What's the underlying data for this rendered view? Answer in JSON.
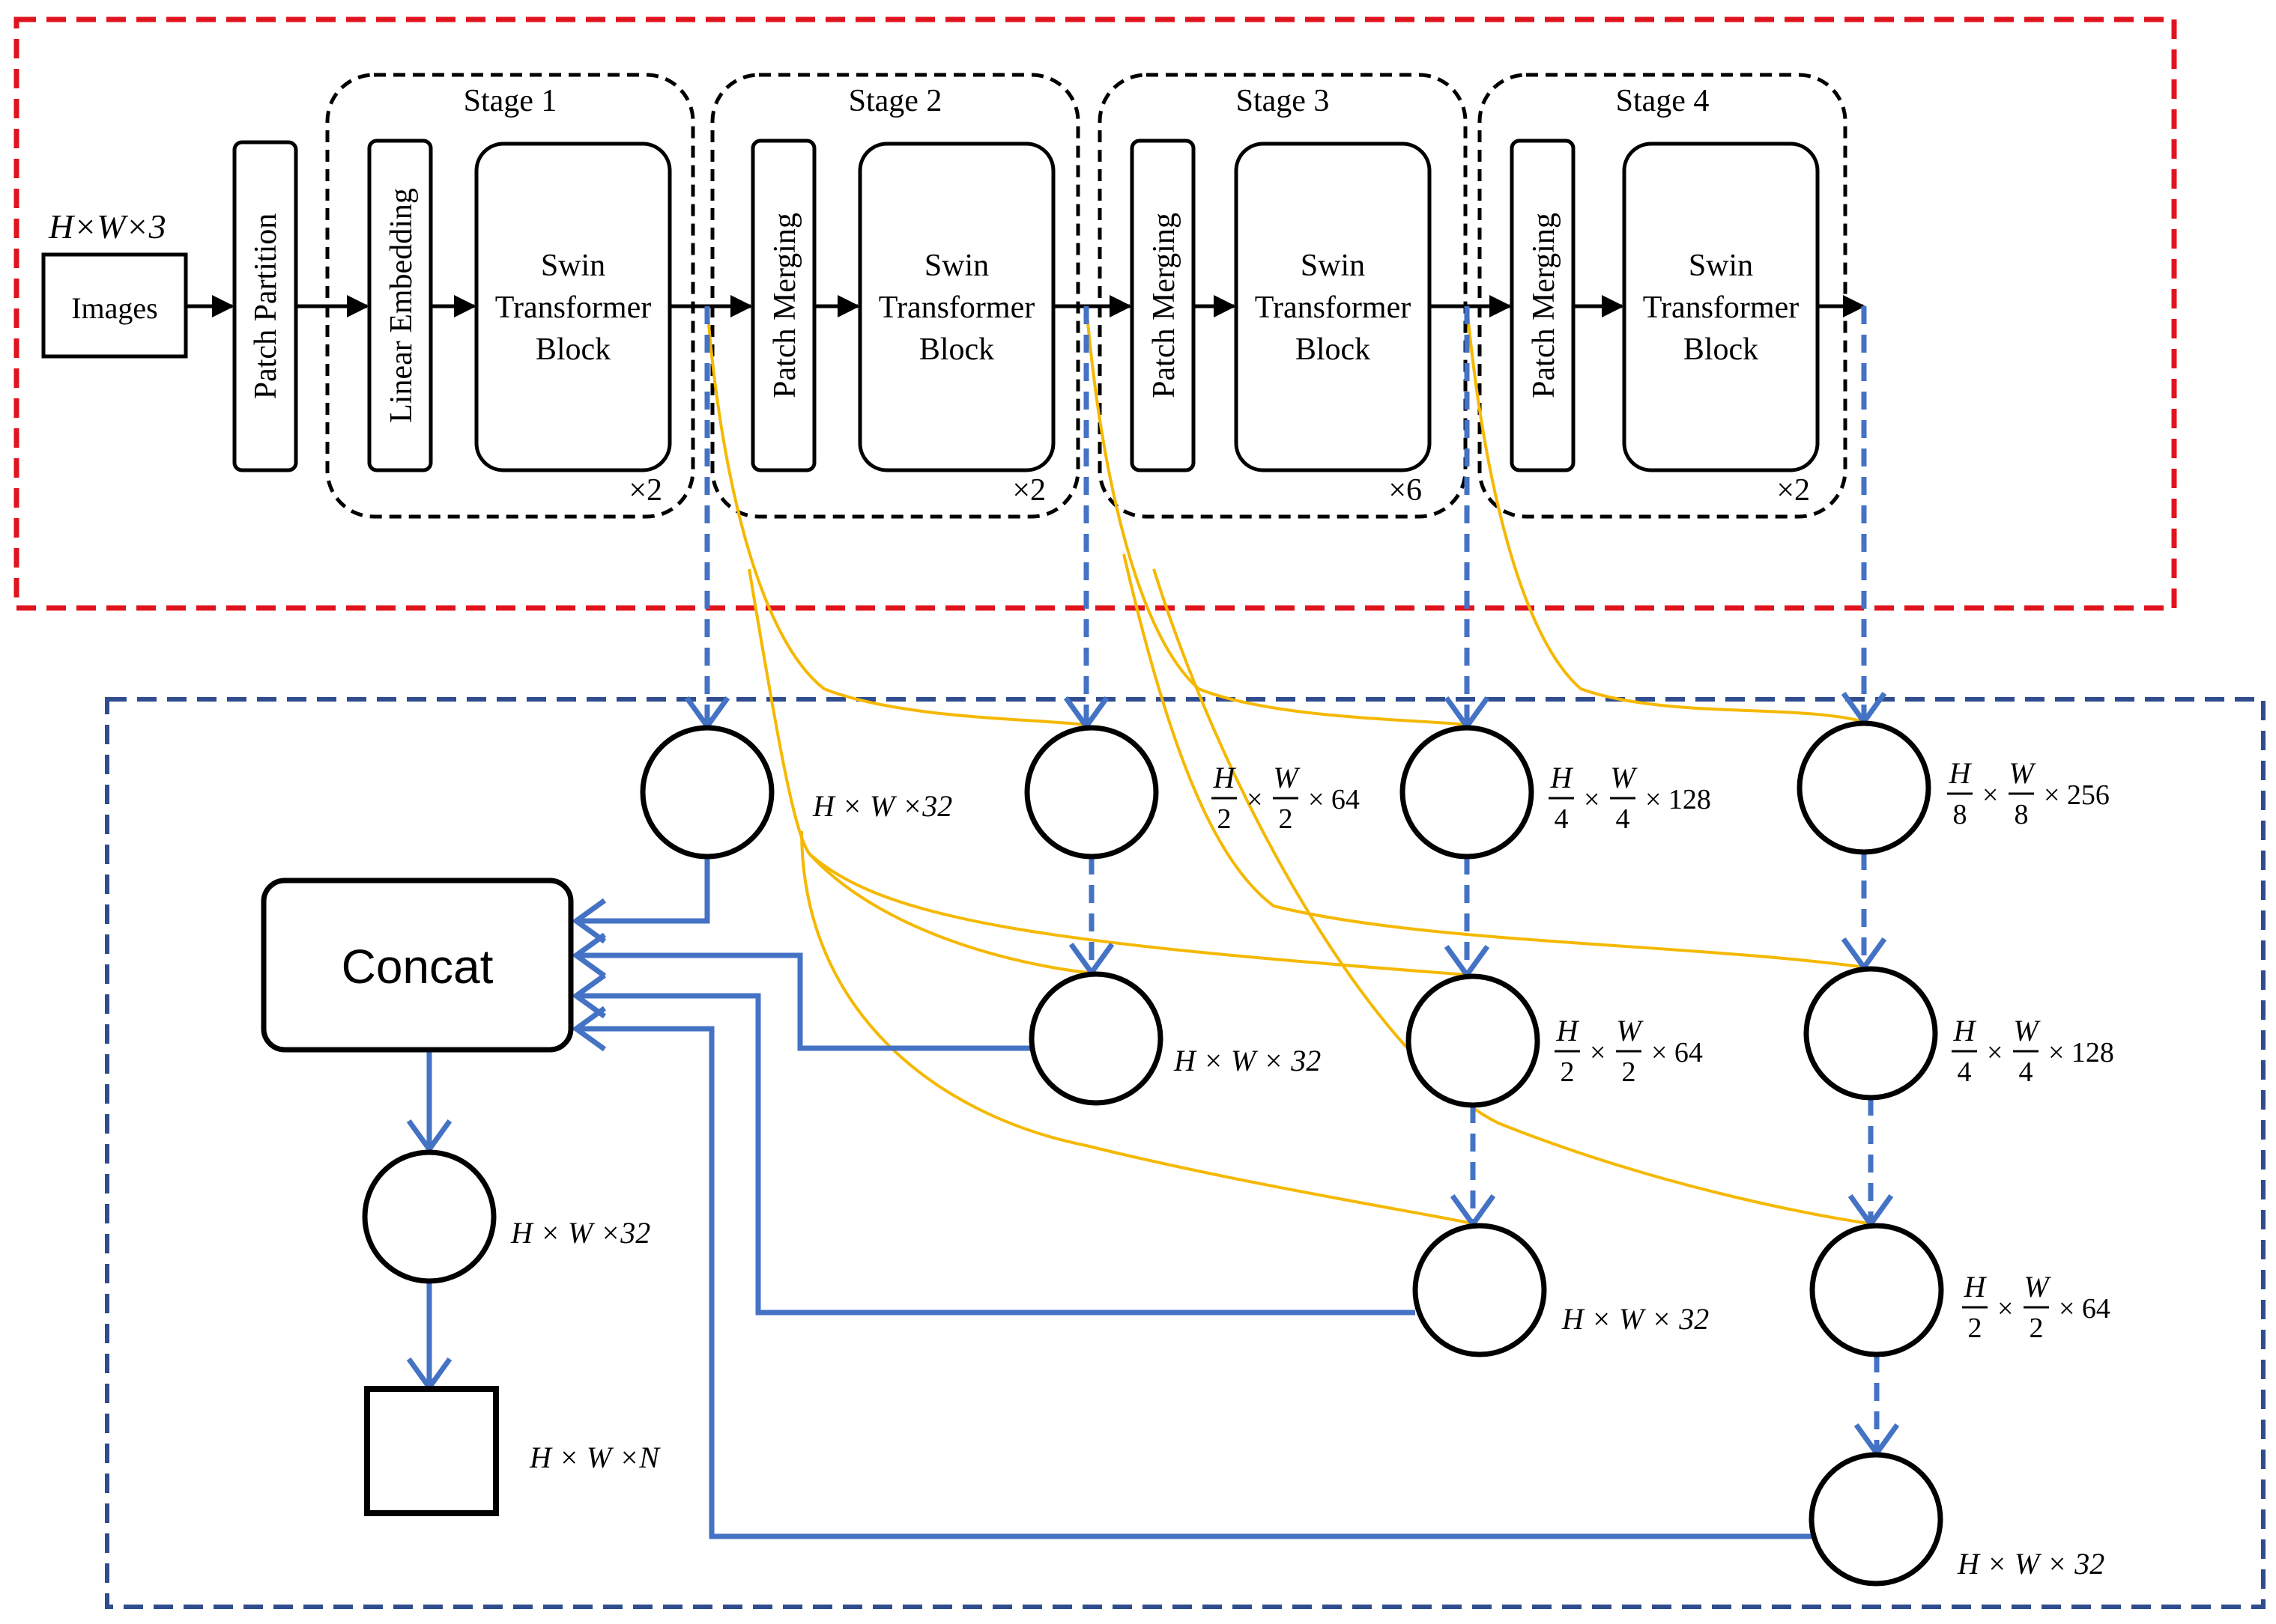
{
  "input": {
    "label": "Images",
    "size_label": "H×W×3"
  },
  "patch_partition": "Patch Partition",
  "stages": [
    {
      "name": "Stage 1",
      "prep": "Linear Embedding",
      "block": [
        "Swin",
        "Transformer",
        "Block"
      ],
      "repeat": "×2"
    },
    {
      "name": "Stage 2",
      "prep": "Patch Merging",
      "block": [
        "Swin",
        "Transformer",
        "Block"
      ],
      "repeat": "×2"
    },
    {
      "name": "Stage 3",
      "prep": "Patch Merging",
      "block": [
        "Swin",
        "Transformer",
        "Block"
      ],
      "repeat": "×6"
    },
    {
      "name": "Stage 4",
      "prep": "Patch Merging",
      "block": [
        "Swin",
        "Transformer",
        "Block"
      ],
      "repeat": "×2"
    }
  ],
  "decoder": {
    "concat_label": "Concat",
    "fused_label": "H × W ×32",
    "output_label": "H × W ×N",
    "node_labels": {
      "n00": "H × W ×32",
      "n01": {
        "num": [
          "H",
          "W"
        ],
        "den": [
          "2",
          "2"
        ],
        "tail": "× 64"
      },
      "n02": {
        "num": [
          "H",
          "W"
        ],
        "den": [
          "4",
          "4"
        ],
        "tail": "× 128"
      },
      "n03": {
        "num": [
          "H",
          "W"
        ],
        "den": [
          "8",
          "8"
        ],
        "tail": "× 256"
      },
      "n11": "H × W × 32",
      "n12": {
        "num": [
          "H",
          "W"
        ],
        "den": [
          "2",
          "2"
        ],
        "tail": "× 64"
      },
      "n13": {
        "num": [
          "H",
          "W"
        ],
        "den": [
          "4",
          "4"
        ],
        "tail": "× 128"
      },
      "n22": "H × W × 32",
      "n23": {
        "num": [
          "H",
          "W"
        ],
        "den": [
          "2",
          "2"
        ],
        "tail": "× 64"
      },
      "n33": "H × W × 32"
    }
  },
  "colors": {
    "encoder_border": "#e0141e",
    "decoder_border": "#2f4d8e",
    "blue_arrow": "#4472c4",
    "skip_line": "#f5b800",
    "black": "#000000"
  }
}
